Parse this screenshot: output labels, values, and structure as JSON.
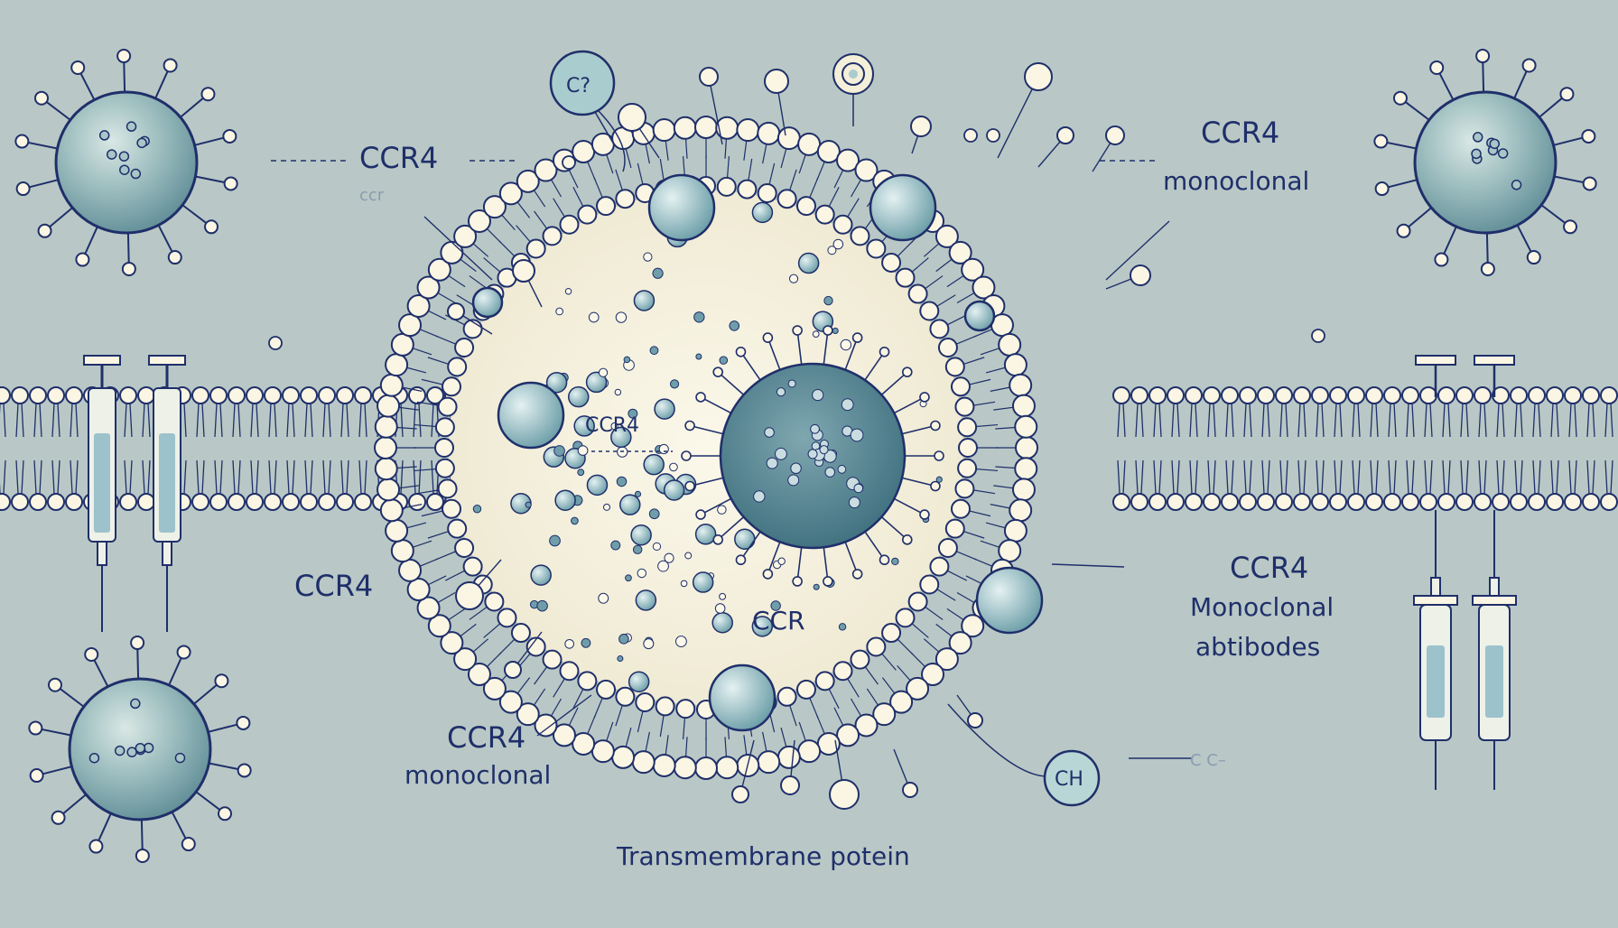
{
  "labels": {
    "top_left": "CCR4",
    "top_right_line1": "CCR4",
    "top_right_line2": "monoclonal",
    "inner_cell": "CCR4",
    "center_bottom": "CCR",
    "left_mid": "CCR4",
    "bottom_left_line1": "CCR4",
    "bottom_left_line2": "monoclonal",
    "right_mid_line1": "CCR4",
    "right_mid_line2": "Monoclonal",
    "right_mid_line3": "abtibodes",
    "bubble_top": "C?",
    "bubble_bottom": "CH",
    "faint_top": "ccr",
    "faint_right": "C C–",
    "caption": "Transmembrane potein"
  },
  "colors": {
    "background": "#b9c8c6",
    "outline": "#1f2f6a",
    "lipid_head": "#fbf6e3",
    "cytoplasm": "#f6f1df",
    "nucleus": "#4f7f8c",
    "vesicle": "#8fb9c0",
    "syringe_fluid": "#9cc2cc"
  },
  "icons": [
    "virus-icon",
    "syringe-icon",
    "lipid-bilayer",
    "cell-nucleus"
  ]
}
